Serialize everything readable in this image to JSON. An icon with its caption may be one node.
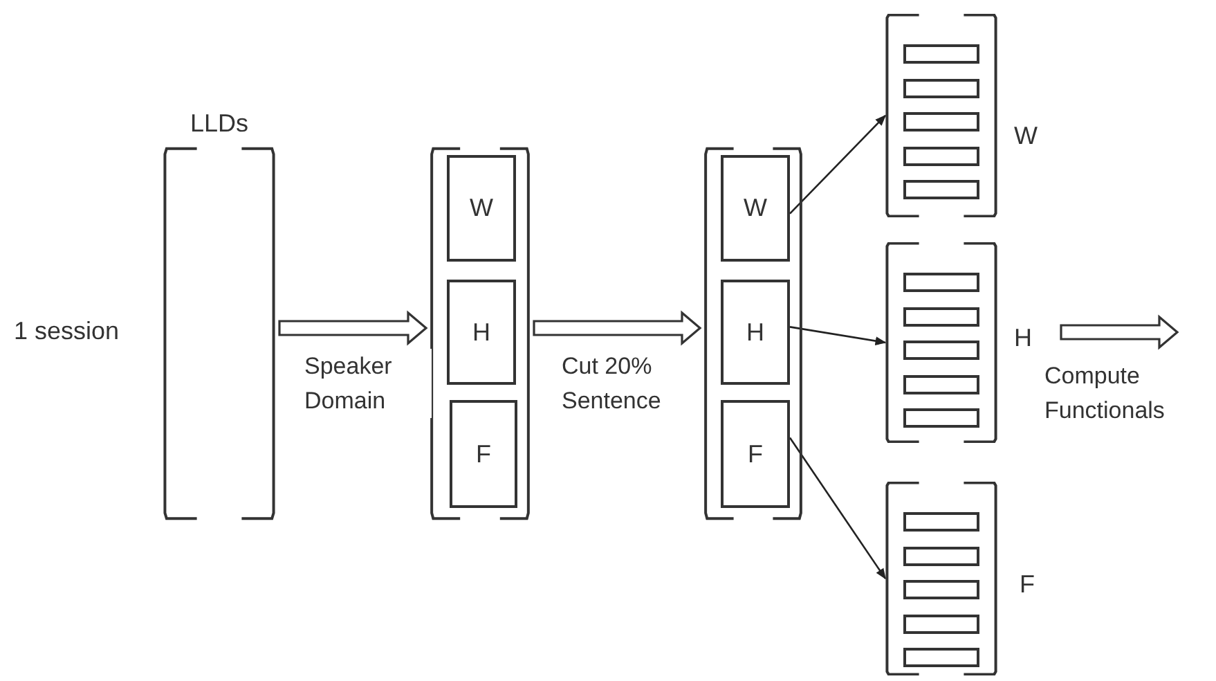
{
  "diagram": {
    "nodes": [
      {
        "text": [
          "LLDs"
        ]
      },
      {
        "text": [],
        "shape": "bracket"
      },
      {
        "text": [
          "W"
        ],
        "in": 1
      },
      {
        "text": [
          "H"
        ],
        "in": 1
      },
      {
        "text": [
          "F"
        ],
        "in": 1
      },
      {
        "text": [],
        "shape": "bracket"
      },
      {
        "text": [
          "W"
        ],
        "in": 5
      },
      {
        "text": [
          "H"
        ],
        "in": 5
      },
      {
        "text": [
          "F"
        ],
        "in": 5
      },
      {
        "text": [],
        "shape": "bracket",
        "beside": [
          "W"
        ]
      },
      {
        "text": [],
        "shape": "bracket",
        "beside": [
          "H"
        ]
      },
      {
        "text": [],
        "shape": "bracket",
        "beside": [
          "F"
        ]
      }
    ],
    "edges": [
      {
        "from": 0,
        "to": 1,
        "arrow": "to",
        "label": "Speaker Domain",
        "style": "thick"
      },
      {
        "from": 1,
        "to": 5,
        "arrow": "to",
        "label": "Cut 20% Sentence",
        "style": "thick"
      },
      {
        "from": 6,
        "to": 9,
        "arrow": "to"
      },
      {
        "from": 7,
        "to": 10,
        "arrow": "to"
      },
      {
        "from": 8,
        "to": 11,
        "arrow": "to"
      },
      {
        "from": 10,
        "to": null,
        "arrow": "to",
        "label": "Compute Functionals",
        "style": "thick"
      }
    ],
    "labels": [
      "1 session"
    ]
  }
}
